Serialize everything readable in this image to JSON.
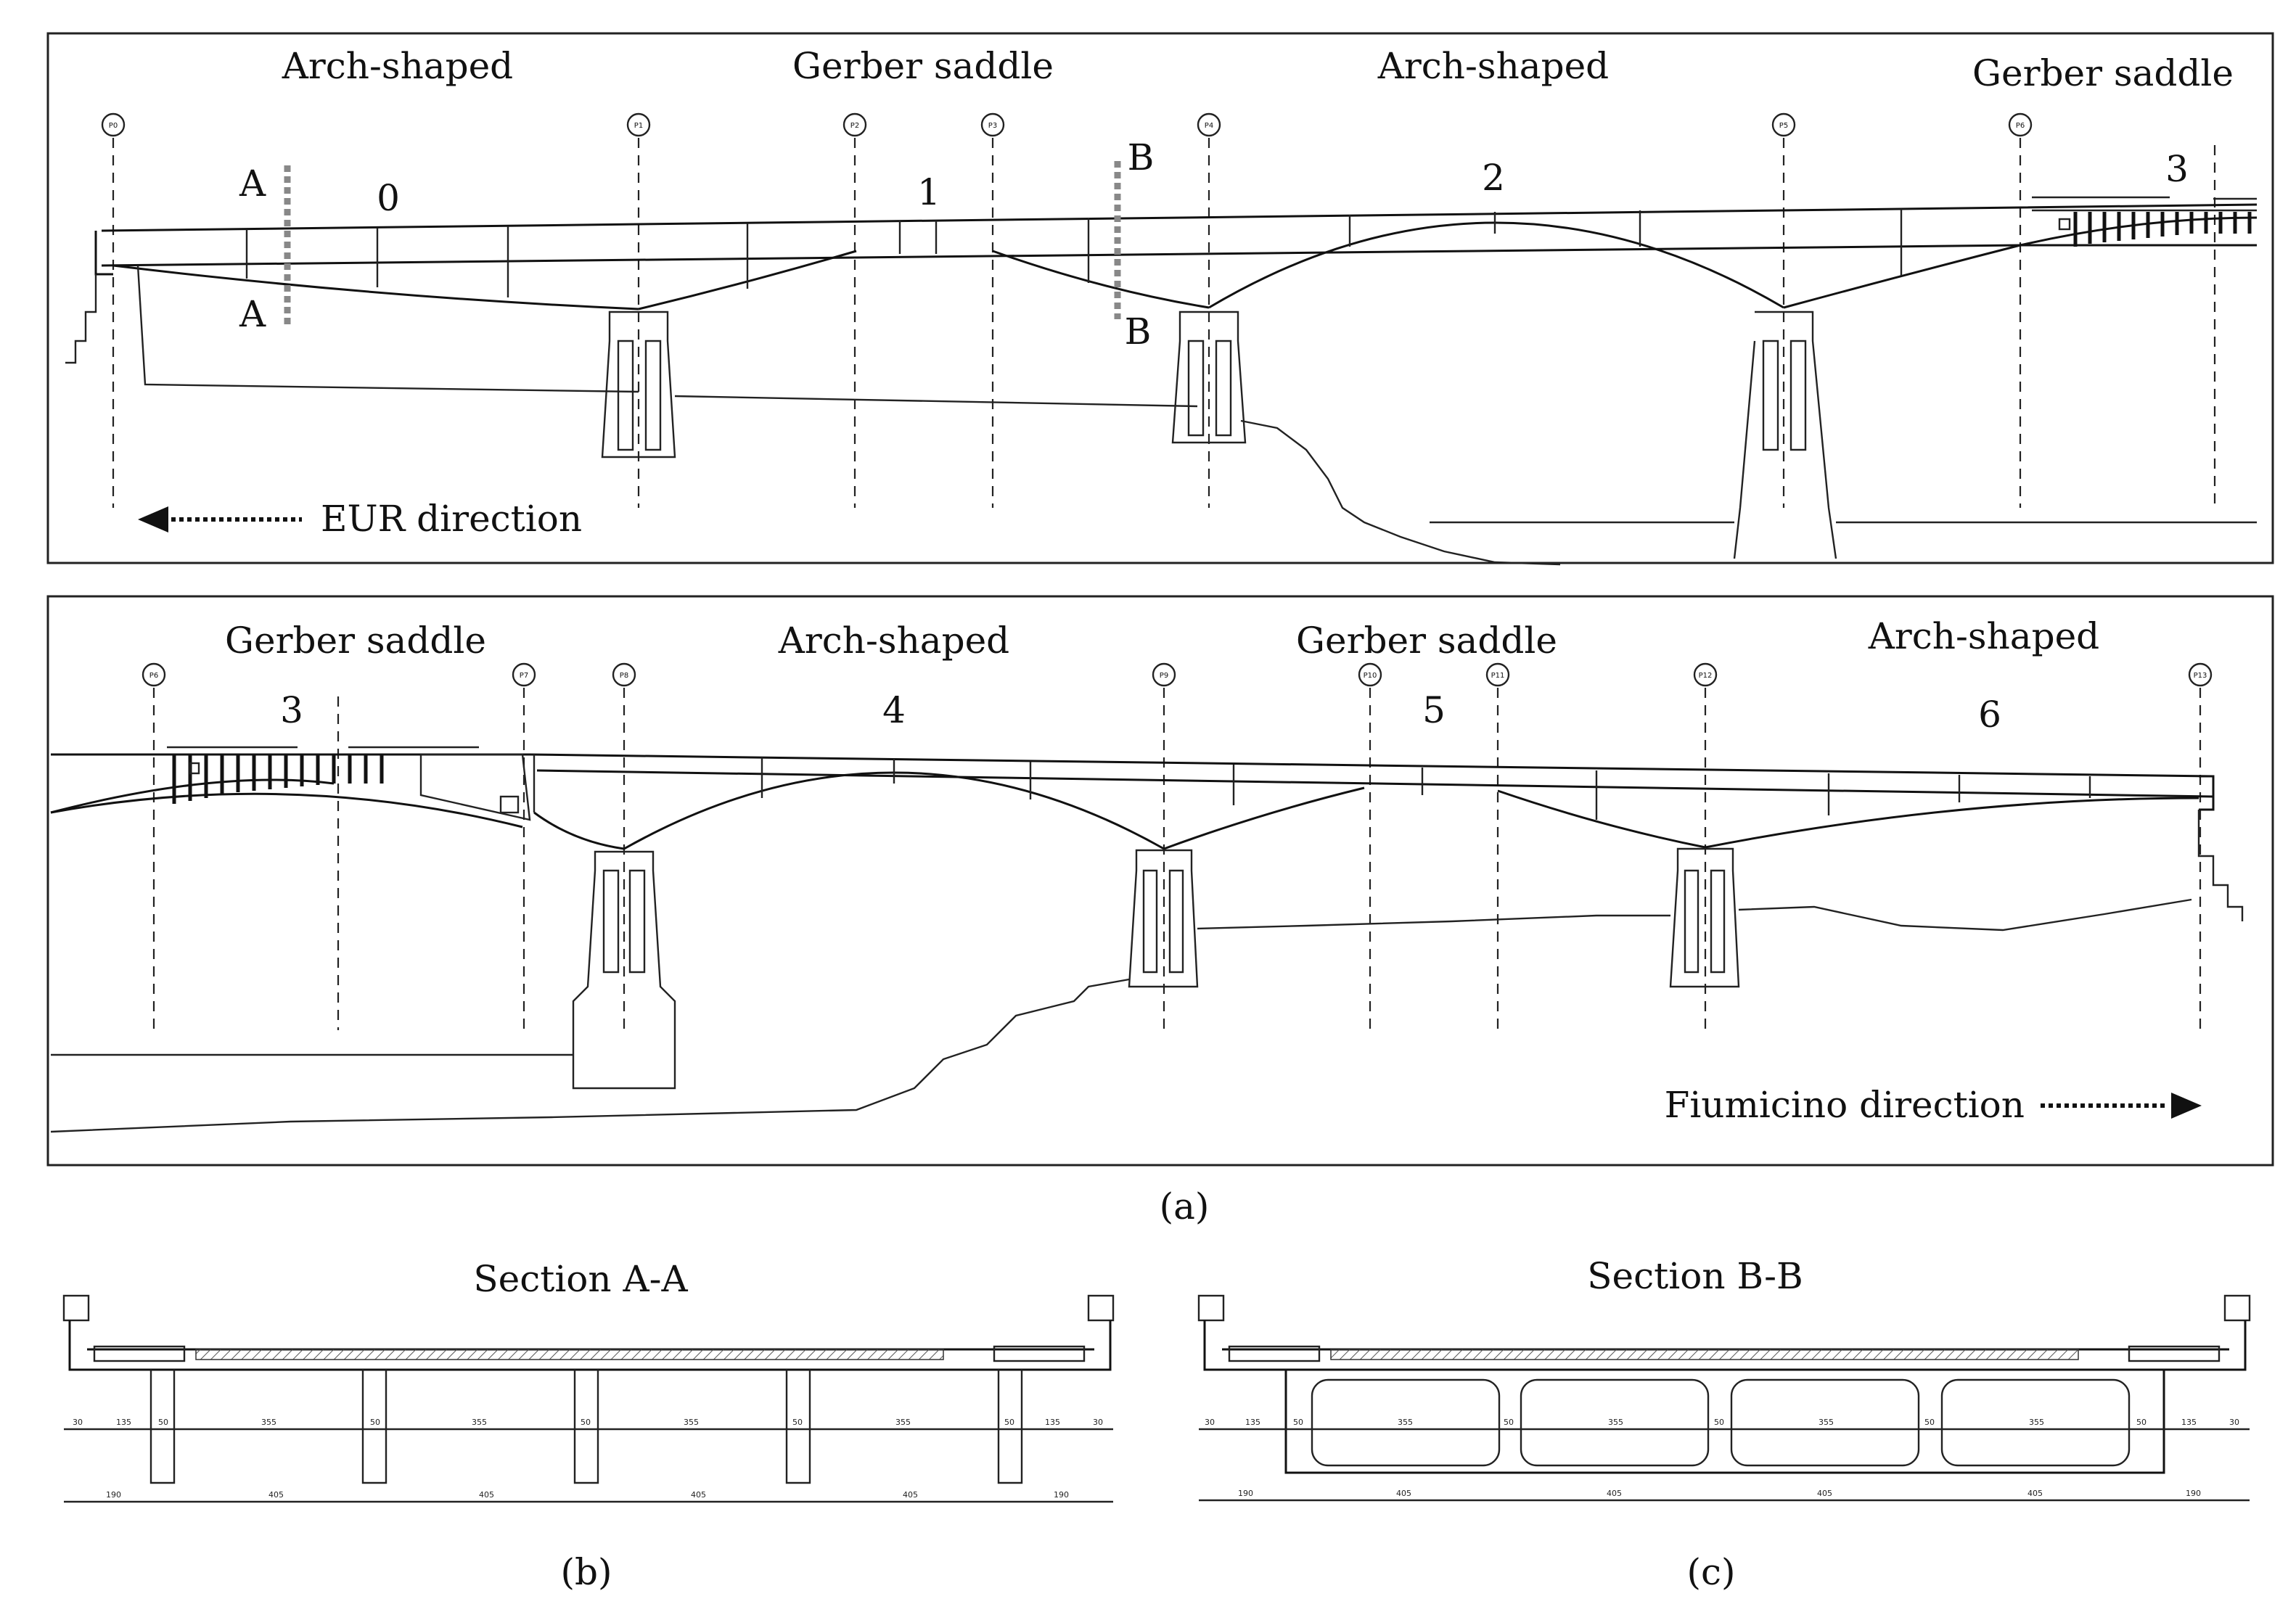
{
  "panel_a": {
    "top": {
      "labels": [
        "Arch-shaped",
        "Gerber saddle",
        "Arch-shaped",
        "Gerber saddle"
      ],
      "spans": [
        "0",
        "1",
        "2",
        "3"
      ],
      "piers": [
        "P0",
        "P1",
        "P2",
        "P3",
        "P4",
        "P5",
        "P6"
      ],
      "section_a": "A",
      "section_b": "B",
      "direction": "EUR direction"
    },
    "bottom": {
      "labels": [
        "Gerber saddle",
        "Arch-shaped",
        "Gerber saddle",
        "Arch-shaped"
      ],
      "spans": [
        "3",
        "4",
        "5",
        "6"
      ],
      "piers": [
        "P6",
        "P7",
        "P8",
        "P9",
        "P10",
        "P11",
        "P12",
        "P13"
      ],
      "direction": "Fiumicino direction"
    },
    "caption": "(a)"
  },
  "panel_b": {
    "title": "Section A-A",
    "dims_top": [
      "30",
      "135",
      "50",
      "355",
      "50",
      "355",
      "50",
      "355",
      "50",
      "355",
      "50",
      "135",
      "30"
    ],
    "dims_bottom": [
      "190",
      "405",
      "405",
      "405",
      "405",
      "190"
    ],
    "caption": "(b)"
  },
  "panel_c": {
    "title": "Section B-B",
    "dims_top": [
      "30",
      "135",
      "50",
      "355",
      "50",
      "355",
      "50",
      "355",
      "50",
      "355",
      "50",
      "135",
      "30"
    ],
    "dims_bottom": [
      "190",
      "405",
      "405",
      "405",
      "405",
      "190"
    ],
    "caption": "(c)"
  }
}
